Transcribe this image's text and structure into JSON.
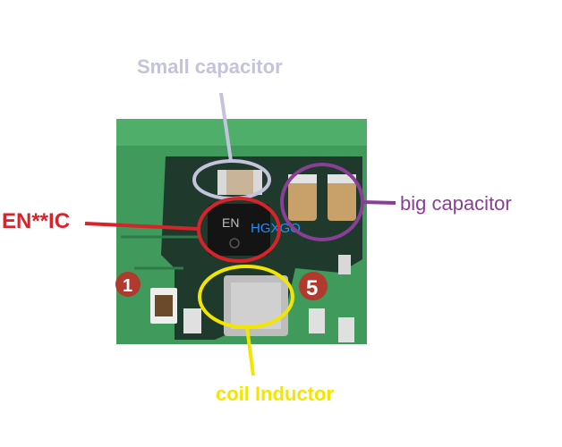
{
  "labels": {
    "small_capacitor": "Small capacitor",
    "big_capacitor": "big capacitor",
    "en_ic": "EN**IC",
    "coil_inductor": "coil Inductor"
  },
  "board": {
    "chip_marking": "EN",
    "watermark": "HGXGO",
    "marker_1": "1",
    "marker_5": "5"
  },
  "colors": {
    "small_capacitor": "#c3c3dc",
    "big_capacitor": "#8a3f96",
    "en_ic": "#d6242a",
    "coil_inductor": "#f2e600",
    "pcb_green": "#3f9a5c",
    "pcb_dark": "#1f3a2c"
  }
}
